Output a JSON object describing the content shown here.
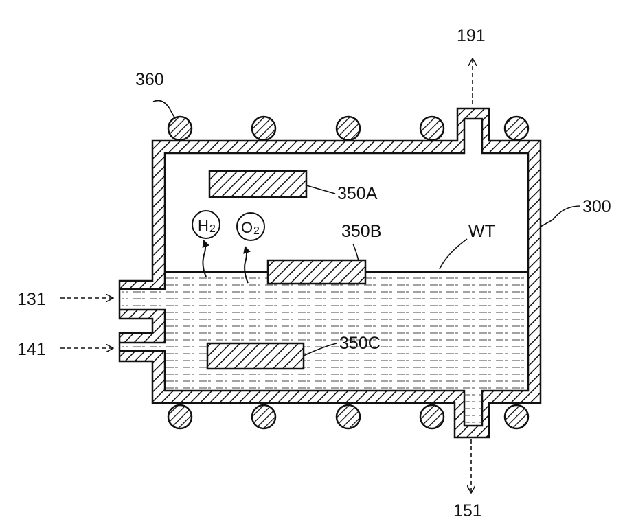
{
  "labels": {
    "flow_out_top": "191",
    "coils": "360",
    "electrode_a": "350A",
    "container": "300",
    "electrode_b": "350B",
    "water": "WT",
    "inlet_upper": "131",
    "inlet_lower": "141",
    "electrode_c": "350C",
    "flow_out_bottom": "151"
  },
  "gases": {
    "hydrogen": {
      "symbol": "H",
      "subscript": "2"
    },
    "oxygen": {
      "symbol": "O",
      "subscript": "2"
    }
  }
}
